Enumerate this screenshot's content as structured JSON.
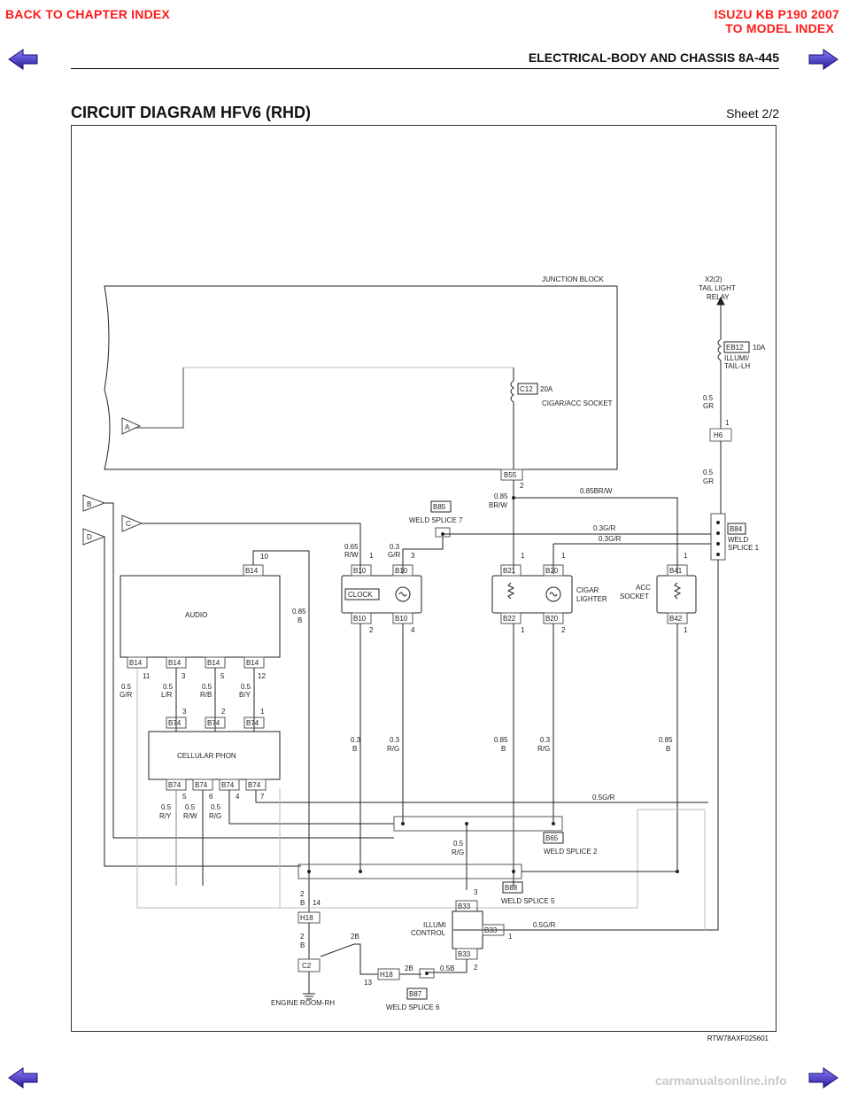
{
  "header": {
    "back_to_chapter": "BACK TO CHAPTER INDEX",
    "model_line1": "ISUZU KB P190 2007",
    "model_line2": "TO MODEL INDEX",
    "section": "ELECTRICAL-BODY AND CHASSIS  8A-445"
  },
  "page": {
    "title": "CIRCUIT DIAGRAM HFV6 (RHD)",
    "sheet": "Sheet 2/2",
    "figure_ref": "RTW78AXF025601"
  },
  "footer": {
    "watermark": "carmanualsonline.info"
  },
  "colors": {
    "link_red": "#ff1a1a",
    "nav_arrow": "#3a2aa8",
    "wire": "#222222",
    "frame_grey": "#bfbfbf"
  },
  "icons": [
    "prev-page-arrow-icon",
    "next-page-arrow-icon"
  ],
  "diagram": {
    "junction_block": "JUNCTION BLOCK",
    "relay": [
      "X2(2)",
      "TAIL LIGHT",
      "RELAY"
    ],
    "fuse_eb12": {
      "id": "EB12",
      "amp": "10A",
      "name1": "ILLUMI/",
      "name2": "TAIL-LH"
    },
    "fuse_c12": {
      "id": "C12",
      "amp": "20A",
      "name": "CIGAR/ACC SOCKET"
    },
    "side_labels": [
      "A",
      "B",
      "C",
      "D"
    ],
    "connectors": {
      "h6": "H6",
      "b55": "B55",
      "b85": "B85",
      "b84": "B84",
      "b14": "B14",
      "b10": "B10",
      "b21": "B21",
      "b20": "B20",
      "b41": "B41",
      "b22": "B22",
      "b42": "B42",
      "b74": "B74",
      "b65": "B65",
      "b88": "B88",
      "b33": "B33",
      "h18": "H18",
      "c2": "C2",
      "b87": "B87"
    },
    "components": {
      "audio": "AUDIO",
      "clock": "CLOCK",
      "cellular": "CELLULAR PHON",
      "cigar1": "CIGAR",
      "cigar2": "LIGHTER",
      "acc1": "ACC",
      "acc2": "SOCKET",
      "illumi1": "ILLUMI",
      "illumi2": "CONTROL"
    },
    "splices": {
      "ws7": "WELD SPLICE 7",
      "ws1a": "WELD",
      "ws1b": "SPLICE 1",
      "ws2": "WELD SPLICE 2",
      "ws5": "WELD SPLICE 5",
      "ws6": "WELD SPLICE 6"
    },
    "ground": "ENGINE ROOM-RH",
    "pins": [
      "1",
      "2",
      "3",
      "4",
      "5",
      "6",
      "7",
      "10",
      "11",
      "12",
      "13",
      "14"
    ],
    "wires": {
      "w05": "0.5",
      "gr": "GR",
      "w085": "0.85",
      "brw": "BR/W",
      "w085brw": "0.85BR/W",
      "w03gr": "0.3G/R",
      "w065": "0.65",
      "rw": "R/W",
      "w03": "0.3",
      "g_r": "G/R",
      "w085b": "0.85",
      "b": "B",
      "gr2": "G/R",
      "lr": "L/R",
      "rb": "R/B",
      "by": "B/Y",
      "ry": "R/Y",
      "rg": "R/G",
      "w05gr": "0.5G/R",
      "w2": "2",
      "w2b": "2B",
      "w05b": "0.5B"
    }
  }
}
